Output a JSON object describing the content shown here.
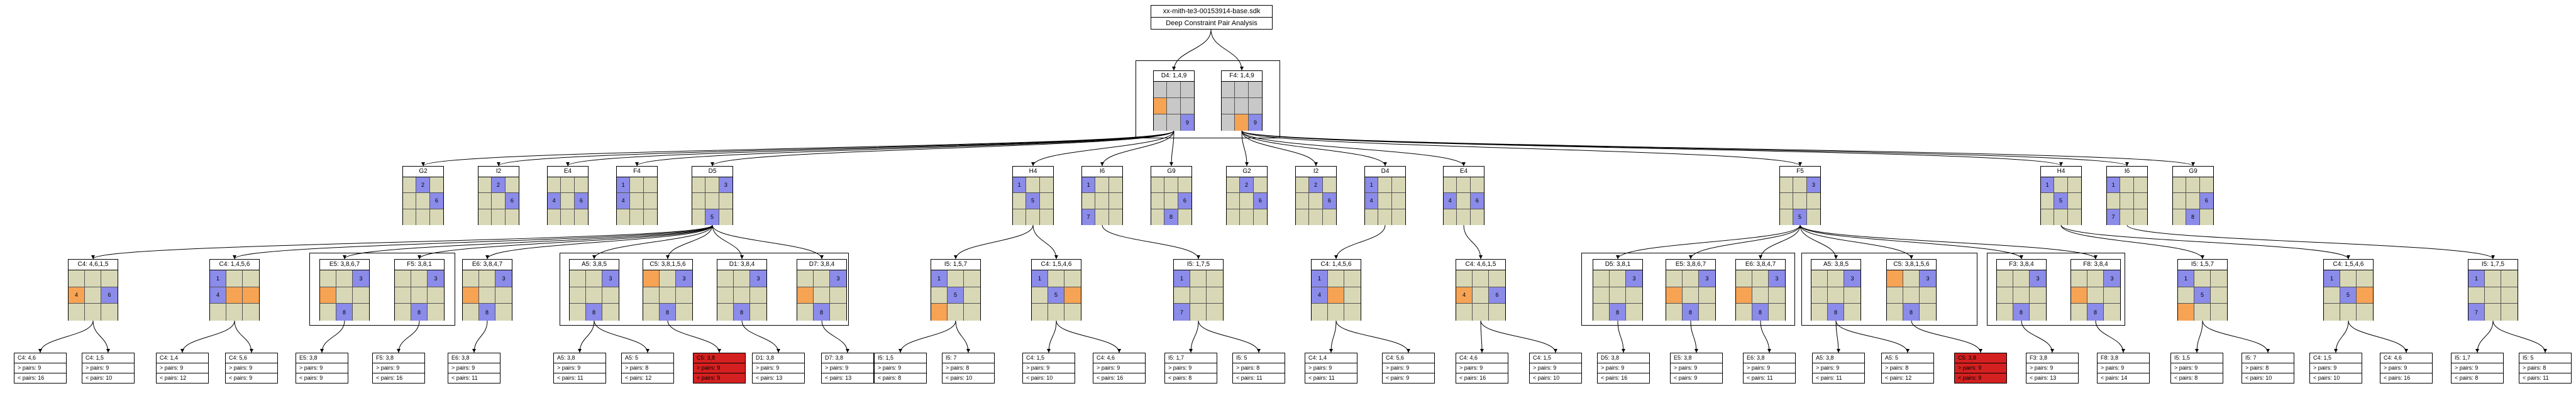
{
  "header": {
    "file": "xx-mith-te3-00153914-base.sdk",
    "title": "Deep Constraint Pair Analysis"
  },
  "root_cluster": [
    {
      "label": "D4: 1,4,9",
      "cells": [
        "g",
        "g",
        "g",
        "o",
        "g",
        "g",
        "g",
        "g",
        "b:9"
      ]
    },
    {
      "label": "F4: 1,4,9",
      "cells": [
        "g",
        "g",
        "g",
        "g",
        "g",
        "g",
        "g",
        "o",
        "b:9"
      ]
    }
  ],
  "level1": [
    {
      "label": "G2",
      "cells": [
        "",
        "b:2",
        "",
        "",
        "",
        "b:6",
        "",
        "",
        ""
      ]
    },
    {
      "label": "I2",
      "cells": [
        "",
        "b:2",
        "",
        "",
        "",
        "b:6",
        "",
        "",
        ""
      ]
    },
    {
      "label": "E4",
      "cells": [
        "",
        "",
        "",
        "b:4",
        "",
        "b:6",
        "",
        "",
        ""
      ]
    },
    {
      "label": "F4",
      "cells": [
        "b:1",
        "",
        "",
        "b:4",
        "",
        "",
        "",
        "",
        ""
      ]
    },
    {
      "label": "D5",
      "cells": [
        "",
        "",
        "b:3",
        "",
        "",
        "",
        "",
        "b:5",
        ""
      ]
    },
    {
      "label": "H4",
      "cells": [
        "b:1",
        "",
        "",
        "",
        "b:5",
        "",
        "",
        "",
        ""
      ]
    },
    {
      "label": "I6",
      "cells": [
        "b:1",
        "",
        "",
        "",
        "",
        "",
        "b:7",
        "",
        ""
      ]
    },
    {
      "label": "G9",
      "cells": [
        "",
        "",
        "",
        "",
        "",
        "b:6",
        "",
        "b:8",
        ""
      ]
    },
    {
      "label": "G2",
      "cells": [
        "",
        "b:2",
        "",
        "",
        "",
        "b:6",
        "",
        "",
        ""
      ]
    },
    {
      "label": "I2",
      "cells": [
        "",
        "b:2",
        "",
        "",
        "",
        "b:6",
        "",
        "",
        ""
      ]
    },
    {
      "label": "D4",
      "cells": [
        "b:1",
        "",
        "",
        "b:4",
        "",
        "",
        "",
        "",
        ""
      ]
    },
    {
      "label": "E4",
      "cells": [
        "",
        "",
        "",
        "b:4",
        "",
        "b:6",
        "",
        "",
        ""
      ]
    },
    {
      "label": "F5",
      "cells": [
        "",
        "",
        "b:3",
        "",
        "",
        "",
        "",
        "b:5",
        ""
      ]
    },
    {
      "label": "H4",
      "cells": [
        "b:1",
        "",
        "",
        "",
        "b:5",
        "",
        "",
        "",
        ""
      ]
    },
    {
      "label": "I6",
      "cells": [
        "b:1",
        "",
        "",
        "",
        "",
        "",
        "b:7",
        "",
        ""
      ]
    },
    {
      "label": "G9",
      "cells": [
        "",
        "",
        "",
        "",
        "",
        "b:6",
        "",
        "b:8",
        ""
      ]
    }
  ],
  "level2": [
    {
      "label": "C4: 4,6,1,5",
      "cells": [
        "",
        "",
        "",
        "o:4",
        "",
        "b:6",
        "",
        "",
        ""
      ]
    },
    {
      "label": "C4: 1,4,5,6",
      "cells": [
        "b:1",
        "",
        "",
        "b:4",
        "o",
        "o",
        "",
        "",
        ""
      ]
    },
    {
      "label": "E5: 3,8,6,7",
      "cells": [
        "",
        "",
        "b:3",
        "o",
        "",
        "",
        "",
        "b:8",
        ""
      ]
    },
    {
      "label": "F5: 3,8,1",
      "cells": [
        "",
        "",
        "b:3",
        "",
        "",
        "",
        "",
        "b:8",
        ""
      ]
    },
    {
      "label": "E6: 3,8,4,7",
      "cells": [
        "",
        "",
        "b:3",
        "o",
        "",
        "",
        "",
        "b:8",
        ""
      ]
    },
    {
      "label": "A5: 3,8,5",
      "cells": [
        "",
        "",
        "b:3",
        "",
        "",
        "",
        "",
        "b:8",
        ""
      ]
    },
    {
      "label": "C5: 3,8,1,5,6",
      "cells": [
        "o",
        "",
        "b:3",
        "",
        "",
        "",
        "",
        "b:8",
        ""
      ]
    },
    {
      "label": "D1: 3,8,4",
      "cells": [
        "",
        "",
        "b:3",
        "",
        "",
        "",
        "",
        "b:8",
        ""
      ]
    },
    {
      "label": "D7: 3,8,4",
      "cells": [
        "",
        "",
        "b:3",
        "o",
        "",
        "",
        "",
        "b:8",
        ""
      ]
    },
    {
      "label": "I5: 1,5,7",
      "cells": [
        "b:1",
        "",
        "",
        "",
        "b:5",
        "",
        "o",
        "",
        ""
      ]
    },
    {
      "label": "C4: 1,5,4,6",
      "cells": [
        "b:1",
        "",
        "",
        "",
        "b:5",
        "o",
        "",
        "",
        ""
      ]
    },
    {
      "label": "I5: 1,7,5",
      "cells": [
        "b:1",
        "",
        "",
        "",
        "",
        "",
        "b:7",
        "",
        ""
      ]
    },
    {
      "label": "C4: 1,4,5,6",
      "cells": [
        "b:1",
        "",
        "",
        "b:4",
        "o",
        "",
        "",
        "",
        ""
      ]
    },
    {
      "label": "C4: 4,6,1,5",
      "cells": [
        "",
        "",
        "",
        "o:4",
        "",
        "b:6",
        "",
        "",
        ""
      ]
    },
    {
      "label": "D5: 3,8,1",
      "cells": [
        "",
        "",
        "b:3",
        "",
        "",
        "",
        "",
        "b:8",
        ""
      ]
    },
    {
      "label": "E5: 3,8,6,7",
      "cells": [
        "",
        "",
        "b:3",
        "o",
        "",
        "",
        "",
        "b:8",
        ""
      ]
    },
    {
      "label": "E6: 3,8,4,7",
      "cells": [
        "",
        "",
        "b:3",
        "o",
        "",
        "",
        "",
        "b:8",
        ""
      ]
    },
    {
      "label": "A5: 3,8,5",
      "cells": [
        "",
        "",
        "b:3",
        "",
        "",
        "",
        "",
        "b:8",
        ""
      ]
    },
    {
      "label": "C5: 3,8,1,5,6",
      "cells": [
        "o",
        "",
        "b:3",
        "",
        "",
        "",
        "",
        "b:8",
        ""
      ]
    },
    {
      "label": "F3: 3,8,4",
      "cells": [
        "",
        "",
        "b:3",
        "",
        "",
        "",
        "",
        "b:8",
        ""
      ]
    },
    {
      "label": "F8: 3,8,4",
      "cells": [
        "",
        "",
        "b:3",
        "o",
        "",
        "",
        "",
        "b:8",
        ""
      ]
    },
    {
      "label": "I5: 1,5,7",
      "cells": [
        "b:1",
        "",
        "",
        "",
        "b:5",
        "",
        "o",
        "",
        ""
      ]
    },
    {
      "label": "C4: 1,5,4,6",
      "cells": [
        "b:1",
        "",
        "",
        "",
        "b:5",
        "o",
        "",
        "",
        ""
      ]
    },
    {
      "label": "I5: 1,7,5",
      "cells": [
        "b:1",
        "",
        "",
        "",
        "",
        "",
        "b:7",
        "",
        ""
      ]
    }
  ],
  "leaves": [
    {
      "label": "C4: 4,6",
      "l2": "> pairs: 9",
      "l3": "< pairs: 16"
    },
    {
      "label": "C4: 1,5",
      "l2": "> pairs: 9",
      "l3": "< pairs: 10"
    },
    {
      "label": "C4: 1,4",
      "l2": "> pairs: 9",
      "l3": "< pairs: 12"
    },
    {
      "label": "C4: 5,6",
      "l2": "> pairs: 9",
      "l3": "< pairs: 9"
    },
    {
      "label": "E5: 3,8",
      "l2": "> pairs: 9",
      "l3": "< pairs: 9"
    },
    {
      "label": "F5: 3,8",
      "l2": "> pairs: 9",
      "l3": "< pairs: 16"
    },
    {
      "label": "E6: 3,8",
      "l2": "> pairs: 9",
      "l3": "< pairs: 11"
    },
    {
      "label": "A5: 3,8",
      "l2": "> pairs: 9",
      "l3": "< pairs: 11"
    },
    {
      "label": "A5: 5",
      "l2": "> pairs: 8",
      "l3": "< pairs: 12"
    },
    {
      "label": "C5: 3,8",
      "l2": "> pairs: 9",
      "l3": "< pairs: 9",
      "bad": true
    },
    {
      "label": "D1: 3,8",
      "l2": "> pairs: 9",
      "l3": "< pairs: 13"
    },
    {
      "label": "D7: 3,8",
      "l2": "> pairs: 9",
      "l3": "< pairs: 13"
    },
    {
      "label": "I5: 1,5",
      "l2": "> pairs: 9",
      "l3": "< pairs: 8"
    },
    {
      "label": "I5: 7",
      "l2": "> pairs: 8",
      "l3": "< pairs: 10"
    },
    {
      "label": "C4: 1,5",
      "l2": "> pairs: 9",
      "l3": "< pairs: 10"
    },
    {
      "label": "C4: 4,6",
      "l2": "> pairs: 9",
      "l3": "< pairs: 16"
    },
    {
      "label": "I5: 1,7",
      "l2": "> pairs: 9",
      "l3": "< pairs: 8"
    },
    {
      "label": "I5: 5",
      "l2": "> pairs: 8",
      "l3": "< pairs: 11"
    },
    {
      "label": "C4: 1,4",
      "l2": "> pairs: 9",
      "l3": "< pairs: 11"
    },
    {
      "label": "C4: 5,6",
      "l2": "> pairs: 9",
      "l3": "< pairs: 9"
    },
    {
      "label": "C4: 4,6",
      "l2": "> pairs: 9",
      "l3": "< pairs: 16"
    },
    {
      "label": "C4: 1,5",
      "l2": "> pairs: 9",
      "l3": "< pairs: 10"
    },
    {
      "label": "D5: 3,8",
      "l2": "> pairs: 9",
      "l3": "< pairs: 16"
    },
    {
      "label": "E5: 3,8",
      "l2": "> pairs: 9",
      "l3": "< pairs: 9"
    },
    {
      "label": "E6: 3,8",
      "l2": "> pairs: 9",
      "l3": "< pairs: 11"
    },
    {
      "label": "A5: 3,8",
      "l2": "> pairs: 9",
      "l3": "< pairs: 11"
    },
    {
      "label": "A5: 5",
      "l2": "> pairs: 8",
      "l3": "< pairs: 12"
    },
    {
      "label": "C5: 3,8",
      "l2": "> pairs: 9",
      "l3": "< pairs: 9",
      "bad": true
    },
    {
      "label": "F3: 3,8",
      "l2": "> pairs: 9",
      "l3": "< pairs: 13"
    },
    {
      "label": "F8: 3,8",
      "l2": "> pairs: 9",
      "l3": "< pairs: 14"
    },
    {
      "label": "I5: 1,5",
      "l2": "> pairs: 9",
      "l3": "< pairs: 8"
    },
    {
      "label": "I5: 7",
      "l2": "> pairs: 8",
      "l3": "< pairs: 10"
    },
    {
      "label": "C4: 1,5",
      "l2": "> pairs: 9",
      "l3": "< pairs: 10"
    },
    {
      "label": "C4: 4,6",
      "l2": "> pairs: 9",
      "l3": "< pairs: 16"
    },
    {
      "label": "I5: 1,7",
      "l2": "> pairs: 9",
      "l3": "< pairs: 8"
    },
    {
      "label": "I5: 5",
      "l2": "> pairs: 8",
      "l3": "< pairs: 11"
    }
  ],
  "colors": {
    "candidate": "#8b8bea",
    "eliminated": "#f6a354",
    "empty": "#d9d8b6",
    "root": "#c8c8c8",
    "contradiction": "#d42020"
  }
}
